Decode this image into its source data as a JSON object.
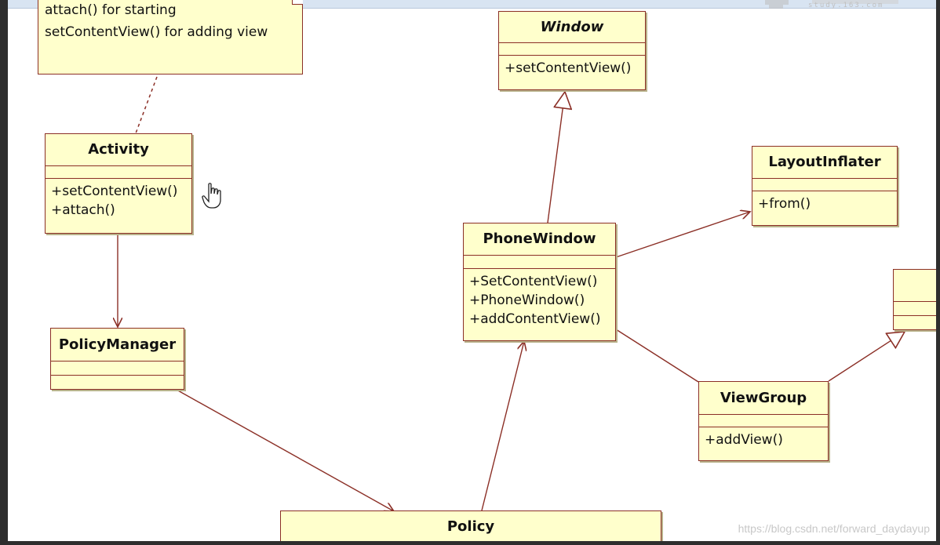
{
  "note": {
    "lines": [
      "attach() for starting",
      "setContentView() for adding view"
    ]
  },
  "classes": {
    "window": {
      "name": "Window",
      "ops": [
        "+setContentView()"
      ]
    },
    "activity": {
      "name": "Activity",
      "ops": [
        "+setContentView()",
        "+attach()"
      ]
    },
    "layout_inflater": {
      "name": "LayoutInflater",
      "ops": [
        "+from()"
      ]
    },
    "phone_window": {
      "name": "PhoneWindow",
      "ops": [
        "+SetContentView()",
        "+PhoneWindow()",
        "+addContentView()"
      ]
    },
    "policy_manager": {
      "name": "PolicyManager",
      "ops": []
    },
    "view_group": {
      "name": "ViewGroup",
      "ops": [
        "+addView()"
      ]
    },
    "policy": {
      "name": "Policy",
      "ops": []
    }
  },
  "watermark": "https://blog.csdn.net/forward_daydayup",
  "logo_text": "study.163.com",
  "colors": {
    "box_fill": "#ffffcc",
    "border": "#8b2f26",
    "line": "#8b2f26"
  }
}
